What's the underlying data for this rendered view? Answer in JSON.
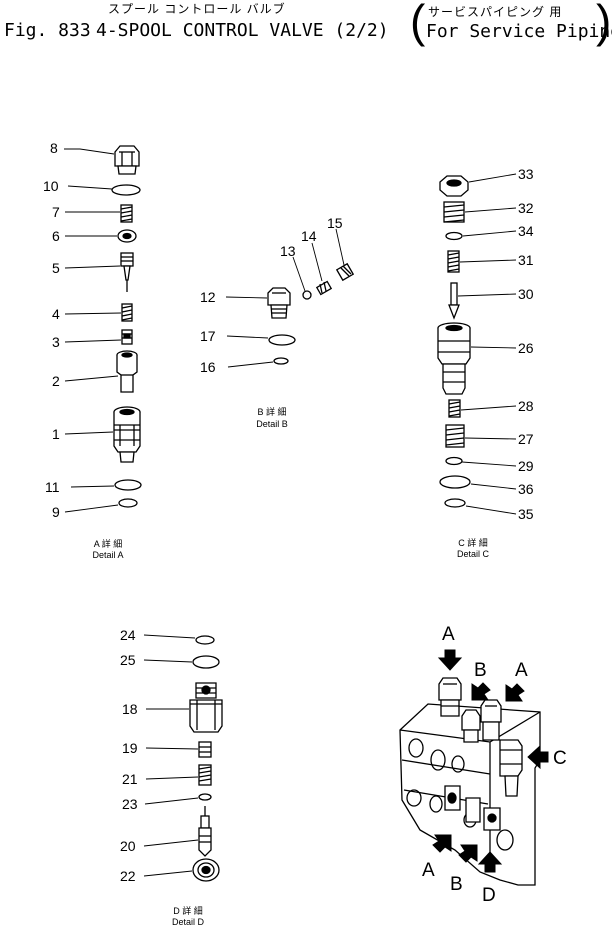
{
  "header": {
    "jp_title": "スプール コントロール バルブ",
    "fig_label": "Fig. 833",
    "title": "4-SPOOL CONTROL VALVE (2/2)",
    "jp_sub": "サービスパイピング 用",
    "en_sub": "For Service Piping"
  },
  "details": {
    "a": {
      "jp": "A 詳 細",
      "en": "Detail A"
    },
    "b": {
      "jp": "B 詳 細",
      "en": "Detail B"
    },
    "c": {
      "jp": "C 詳 細",
      "en": "Detail C"
    },
    "d": {
      "jp": "D 詳 細",
      "en": "Detail D"
    }
  },
  "callouts": {
    "n1": "1",
    "n2": "2",
    "n3": "3",
    "n4": "4",
    "n5": "5",
    "n6": "6",
    "n7": "7",
    "n8": "8",
    "n9": "9",
    "n10": "10",
    "n11": "11",
    "n12": "12",
    "n13": "13",
    "n14": "14",
    "n15": "15",
    "n16": "16",
    "n17": "17",
    "n18": "18",
    "n19": "19",
    "n20": "20",
    "n21": "21",
    "n22": "22",
    "n23": "23",
    "n24": "24",
    "n25": "25",
    "n26": "26",
    "n27": "27",
    "n28": "28",
    "n29": "29",
    "n30": "30",
    "n31": "31",
    "n32": "32",
    "n33": "33",
    "n34": "34",
    "n35": "35",
    "n36": "36"
  },
  "assembly_labels": {
    "a_top": "A",
    "b_top": "B",
    "a_right": "A",
    "c_right": "C",
    "a_bottom": "A",
    "b_bottom": "B",
    "d_bottom": "D"
  }
}
